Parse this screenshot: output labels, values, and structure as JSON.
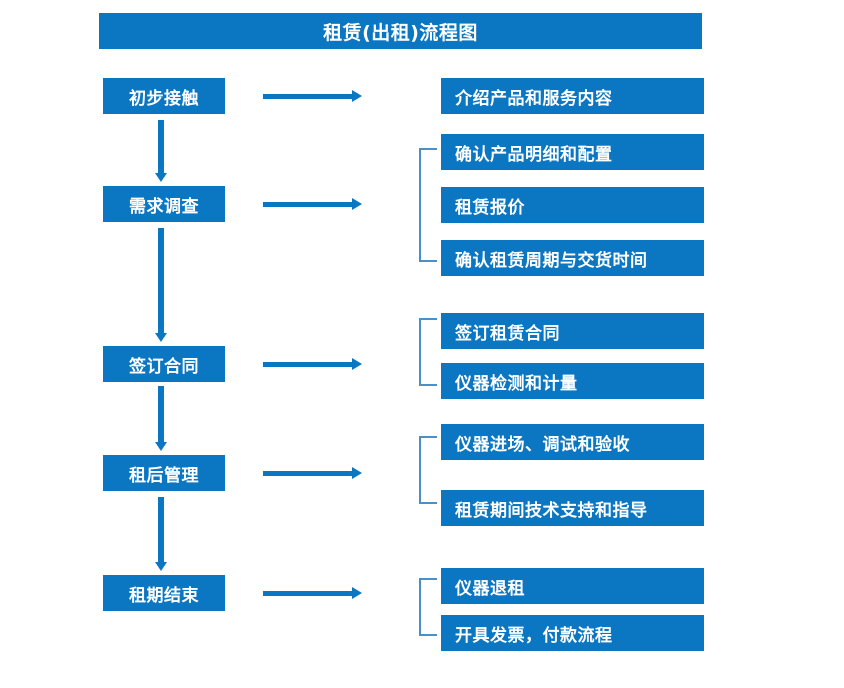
{
  "diagram": {
    "title": "租赁(出租)流程图",
    "accent_color": "#0b76c2",
    "bracket_color": "#4a90c8",
    "text_color": "#ffffff",
    "background_color": "#ffffff"
  },
  "stages": [
    {
      "label": "初步接触"
    },
    {
      "label": "需求调查"
    },
    {
      "label": "签订合同"
    },
    {
      "label": "租后管理"
    },
    {
      "label": "租期结束"
    }
  ],
  "details": [
    {
      "label": "介绍产品和服务内容"
    },
    {
      "label": "确认产品明细和配置"
    },
    {
      "label": "租赁报价"
    },
    {
      "label": "确认租赁周期与交货时间"
    },
    {
      "label": "签订租赁合同"
    },
    {
      "label": "仪器检测和计量"
    },
    {
      "label": "仪器进场、调试和验收"
    },
    {
      "label": "租赁期间技术支持和指导"
    },
    {
      "label": "仪器退租"
    },
    {
      "label": "开具发票，付款流程"
    }
  ],
  "connectors": {
    "vertical_arrow_name": "down-arrow-icon",
    "horizontal_arrow_name": "right-arrow-icon",
    "bracket_name": "group-bracket-icon"
  }
}
